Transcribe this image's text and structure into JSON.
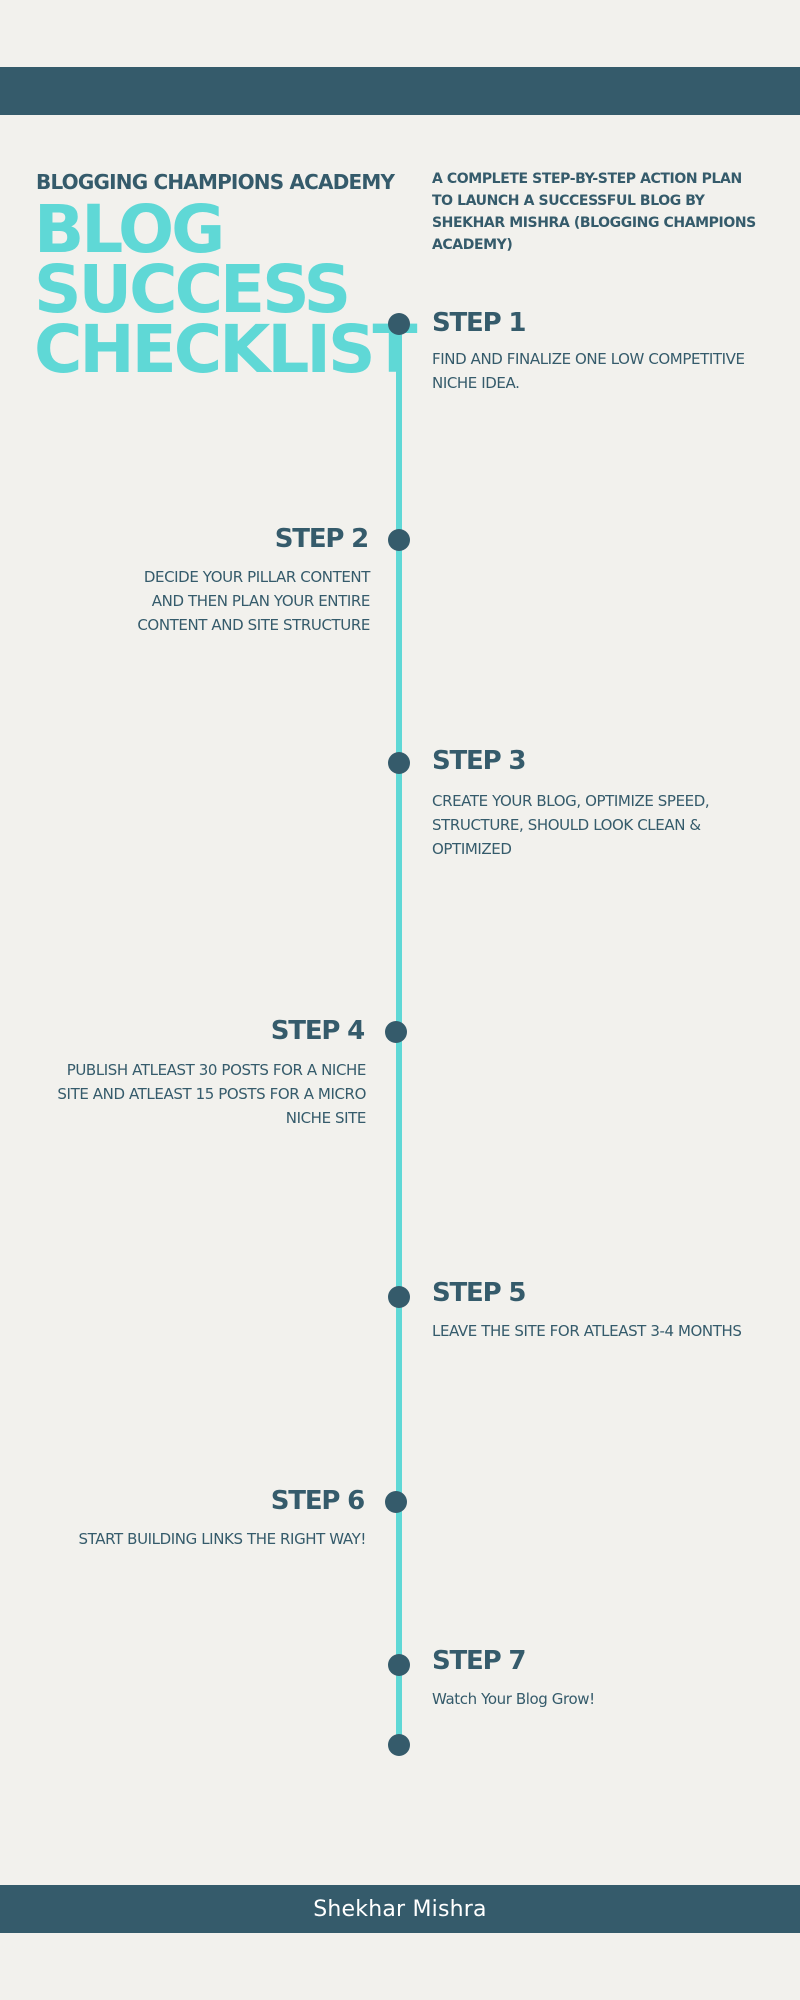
{
  "academy": "BLOGGING CHAMPIONS ACADEMY",
  "title_lines": [
    "BLOG",
    "SUCCESS",
    "CHECKLIST"
  ],
  "intro": "A COMPLETE STEP-BY-STEP ACTION PLAN TO LAUNCH A SUCCESSFUL BLOG BY SHEKHAR MISHRA (BLOGGING CHAMPIONS ACADEMY)",
  "steps": [
    {
      "title": "STEP 1",
      "desc": "FIND AND FINALIZE ONE LOW COMPETITIVE NICHE IDEA."
    },
    {
      "title": "STEP 2",
      "desc": "DECIDE YOUR PILLAR CONTENT AND THEN PLAN YOUR ENTIRE CONTENT AND SITE STRUCTURE"
    },
    {
      "title": "STEP 3",
      "desc": "CREATE YOUR BLOG, OPTIMIZE SPEED, STRUCTURE,  SHOULD LOOK CLEAN & OPTIMIZED"
    },
    {
      "title": "STEP 4",
      "desc": "PUBLISH ATLEAST 30 POSTS  FOR A NICHE SITE AND ATLEAST 15 POSTS FOR A MICRO NICHE SITE"
    },
    {
      "title": "STEP 5",
      "desc": "LEAVE THE SITE FOR ATLEAST 3-4 MONTHS"
    },
    {
      "title": "STEP 6",
      "desc": "START BUILDING LINKS THE RIGHT WAY!"
    },
    {
      "title": "STEP 7",
      "desc": "Watch Your Blog Grow!"
    }
  ],
  "footer": "Shekhar Mishra",
  "colors": {
    "background": "#f2f1ed",
    "navy": "#355b6b",
    "teal": "#5fd8d6"
  }
}
